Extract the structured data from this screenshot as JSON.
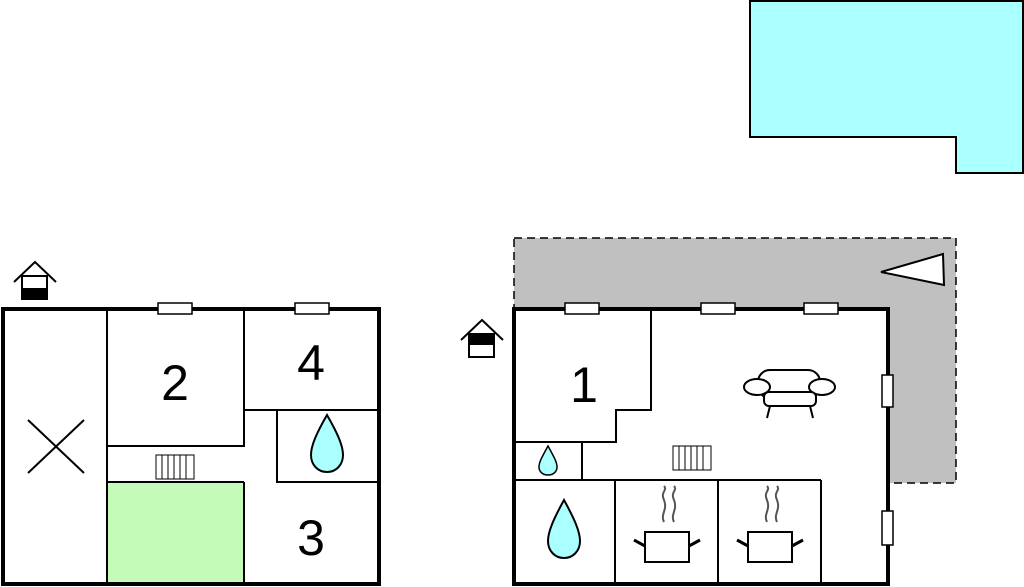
{
  "plan": {
    "left_floor": {
      "room_labels": {
        "r2": "2",
        "r4": "4",
        "r3": "3"
      },
      "icons": [
        "entrance-icon",
        "cross-icon",
        "bathroom-icon",
        "radiator-icon"
      ],
      "garden_color": "#c5fbb8"
    },
    "right_floor": {
      "room_labels": {
        "r1": "1"
      },
      "icons": [
        "entrance-icon",
        "sofa-icon",
        "bathroom-icon",
        "toilet-icon",
        "radiator-icon",
        "kitchen-icon",
        "kitchen-icon",
        "terrace-icon"
      ],
      "terrace_color": "#c0c0c0"
    },
    "pool_color": "#aaffff"
  }
}
